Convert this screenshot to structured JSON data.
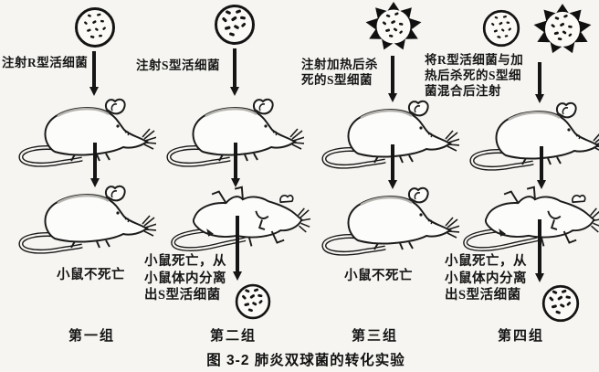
{
  "colors": {
    "ink": "#1a1a1a",
    "paper": "#f6f5f1"
  },
  "icons": {
    "petri-dish-r-type": "circle-with-small-colony-dots",
    "petri-dish-s-type": "circle-with-large-colony-dots",
    "heat-killed-s-dish": "black-starburst-around-dish",
    "alive-mouse": "sitting-mouse-line-art",
    "dead-mouse": "mouse-on-back-line-art",
    "flow-arrow": "thick-down-arrow"
  },
  "figure_caption": "图 3-2 肺炎双球菌的转化实验",
  "groups": [
    {
      "id": "group-1",
      "label": "第一组",
      "dish": "r-type-live-bacteria",
      "injection_lines": [
        "注射R型活细菌"
      ],
      "result_lines": [
        "小鼠不死亡"
      ],
      "mouse_outcome": "alive"
    },
    {
      "id": "group-2",
      "label": "第二组",
      "dish": "s-type-live-bacteria",
      "injection_lines": [
        "注射S型活细菌"
      ],
      "result_lines": [
        "小鼠死亡，从",
        "小鼠体内分离",
        "出S型活细菌"
      ],
      "mouse_outcome": "dead",
      "isolated_dish": "s-type-live-bacteria"
    },
    {
      "id": "group-3",
      "label": "第三组",
      "dish": "heat-killed-s-type-bacteria",
      "injection_lines": [
        "注射加热后杀",
        "死的S型细菌"
      ],
      "result_lines": [
        "小鼠不死亡"
      ],
      "mouse_outcome": "alive"
    },
    {
      "id": "group-4",
      "label": "第四组",
      "dish": "r-type-live-plus-heat-killed-s-type",
      "injection_lines": [
        "将R型活细菌与加",
        "热后杀死的S型细",
        "菌混合后注射"
      ],
      "result_lines": [
        "小鼠死亡，从",
        "小鼠体内分离",
        "出S型活细菌"
      ],
      "mouse_outcome": "dead",
      "isolated_dish": "s-type-live-bacteria"
    }
  ]
}
